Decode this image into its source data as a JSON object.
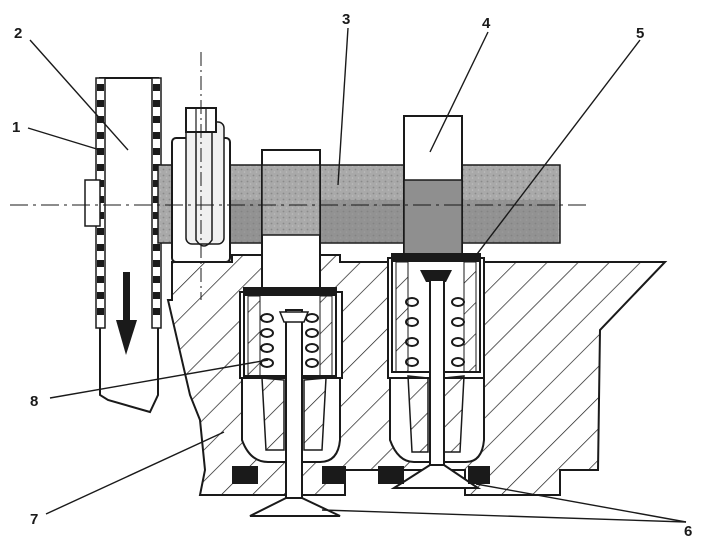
{
  "labels": {
    "l1": "1",
    "l2": "2",
    "l3": "3",
    "l4": "4",
    "l5": "5",
    "l6": "6",
    "l7": "7",
    "l8": "8"
  },
  "colors": {
    "ink": "#1a1a1a",
    "shaft": "#a9a9a9",
    "shaft_dark": "#7c7c7c",
    "cam": "#c4c4c4",
    "paper": "#ffffff"
  }
}
